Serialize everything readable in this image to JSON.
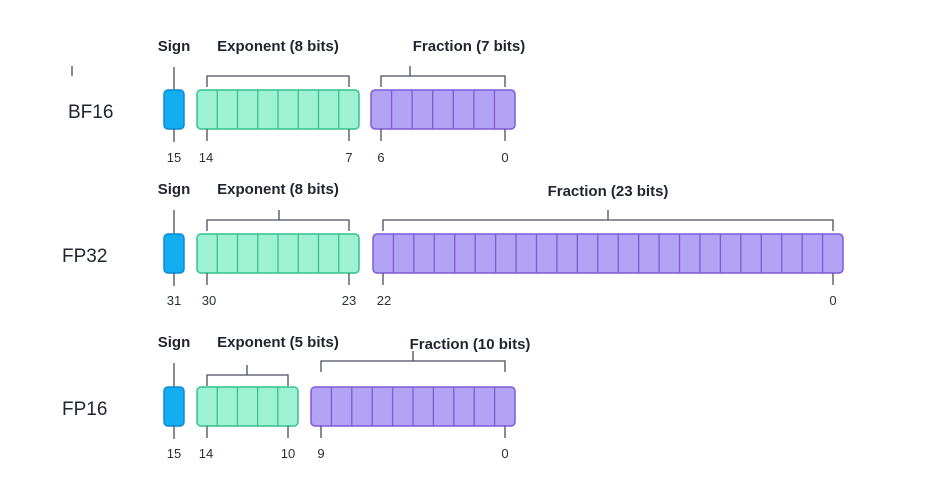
{
  "colors": {
    "sign_fill": "#13aef2",
    "sign_stroke": "#0b8cd0",
    "exponent_fill": "#9ef2d4",
    "exponent_stroke": "#34c28c",
    "fraction_fill": "#b3a3f4",
    "fraction_stroke": "#7d5ad8",
    "line": "#4a4f5c",
    "text": "#1f2430"
  },
  "formats": [
    {
      "name": "BF16",
      "sign_label": "Sign",
      "exponent_label": "Exponent (8 bits)",
      "fraction_label": "Fraction (7 bits)",
      "exponent_bits": 8,
      "fraction_bits": 7,
      "idx_sign": "15",
      "idx_exp_hi": "14",
      "idx_exp_lo": "7",
      "idx_frac_hi": "6",
      "idx_frac_lo": "0"
    },
    {
      "name": "FP32",
      "sign_label": "Sign",
      "exponent_label": "Exponent (8 bits)",
      "fraction_label": "Fraction (23 bits)",
      "exponent_bits": 8,
      "fraction_bits": 23,
      "idx_sign": "31",
      "idx_exp_hi": "30",
      "idx_exp_lo": "23",
      "idx_frac_hi": "22",
      "idx_frac_lo": "0"
    },
    {
      "name": "FP16",
      "sign_label": "Sign",
      "exponent_label": "Exponent (5 bits)",
      "fraction_label": "Fraction (10 bits)",
      "exponent_bits": 5,
      "fraction_bits": 10,
      "idx_sign": "15",
      "idx_exp_hi": "14",
      "idx_exp_lo": "10",
      "idx_frac_hi": "9",
      "idx_frac_lo": "0"
    }
  ]
}
